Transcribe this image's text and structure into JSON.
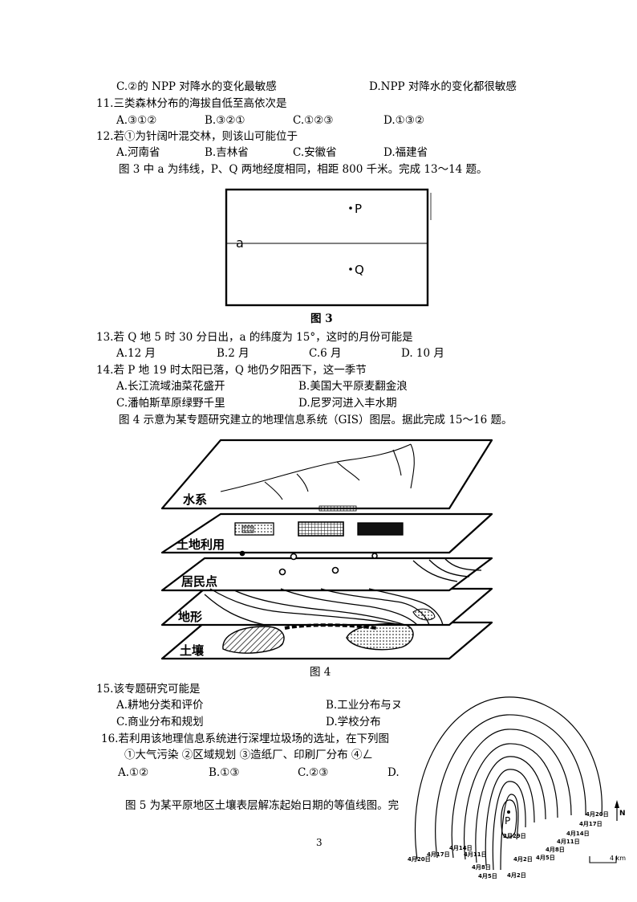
{
  "q10_options": {
    "c": "C.②的 NPP 对降水的变化最敏感",
    "d": "D.NPP 对降水的变化都很敏感"
  },
  "q11": {
    "stem": "11.三类森林分布的海拔自低至高依次是",
    "a": "A.③①②",
    "b": "B.③②①",
    "c": "C.①②③",
    "d": "D.①③②"
  },
  "q12": {
    "stem": "12.若①为针阔叶混交林，则该山可能位于",
    "a": "A.河南省",
    "b": "B.吉林省",
    "c": "C.安徽省",
    "d": "D.福建省"
  },
  "fig3_intro": "图 3 中 a 为纬线，P、Q 两地经度相同，相距 800 千米。完成 13～14 题。",
  "fig3": {
    "label_p": "P",
    "label_q": "Q",
    "label_a": "a",
    "caption": "图 3"
  },
  "q13": {
    "stem": "13.若 Q 地 5 时 30 分日出，a 的纬度为 15°，这时的月份可能是",
    "a": "A.12 月",
    "b": "B.2 月",
    "c": "C.6 月",
    "d": "D.  10 月"
  },
  "q14": {
    "stem": "14.若 P 地 19 时太阳已落，Q 地仍夕阳西下，这一季节",
    "a": "A.长江流域油菜花盛开",
    "b": "B.美国大平原麦翻金浪",
    "c": "C.潘帕斯草原绿野千里",
    "d": "D.尼罗河进入丰水期"
  },
  "fig4_intro": "图 4 示意为某专题研究建立的地理信息系统（GIS）图层。据此完成 15～16 题。",
  "fig4": {
    "layer1": "水系",
    "layer2": "土地利用",
    "layer3": "居民点",
    "layer4": "地形",
    "layer5": "土壤",
    "caption": "图 4"
  },
  "q15": {
    "stem": "15.该专题研究可能是",
    "a": "A.耕地分类和评价",
    "b": "B.工业分布与ヌ",
    "c": "C.商业分布和规划",
    "d": "D.学校分布"
  },
  "q16": {
    "stem": "16.若利用该地理信息系统进行深埋垃圾场的选址，在下列图",
    "items": "①大气污染   ②区域规划   ③造纸厂、印刷厂分布   ④ㄥ",
    "a": "A.①②",
    "b": "B.①③",
    "c": "C.②③",
    "d": "D."
  },
  "fig5_intro": "图 5 为某平原地区土壤表层解冻起始日期的等值线图。完",
  "fig5": {
    "label_p": "P",
    "center_date": "3月29日",
    "north": "N",
    "scale": "4 km",
    "left_labels": [
      "4月20日",
      "4月17日",
      "4月14日",
      "4月11日",
      "4月8日",
      "4月5日",
      "4月2日"
    ],
    "right_labels": [
      "4月20日",
      "4月17日",
      "4月14日",
      "4月11日",
      "4月8日",
      "4月5日",
      "4月2日"
    ],
    "bottom_labels": [
      "4月8日",
      "4月5日",
      "4月2日"
    ]
  },
  "page_number": "3"
}
